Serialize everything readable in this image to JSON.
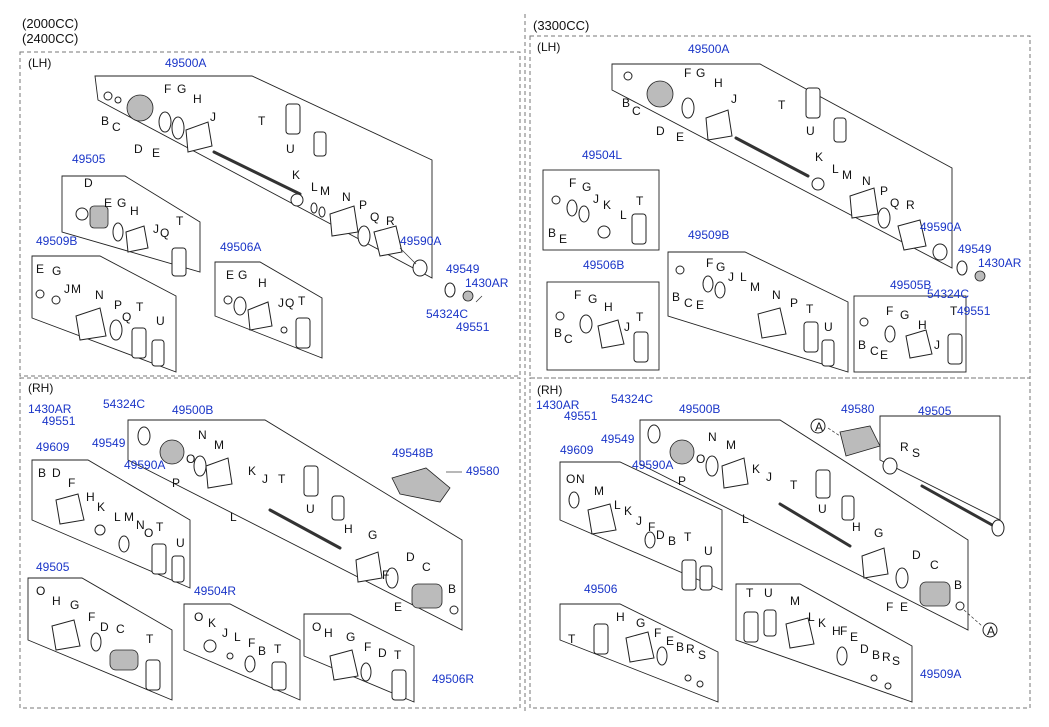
{
  "headers": {
    "left_top": "(2000CC)",
    "left_bottom": "(2400CC)",
    "right": "(3300CC)"
  },
  "sections": {
    "lh": "(LH)",
    "rh": "(RH)"
  },
  "part_numbers": {
    "p49500A": "49500A",
    "p49500B": "49500B",
    "p49505": "49505",
    "p49506": "49506",
    "p49509B": "49509B",
    "p49506A": "49506A",
    "p49506B": "49506B",
    "p49506R": "49506R",
    "p49504L": "49504L",
    "p49504R": "49504R",
    "p49505B": "49505B",
    "p49509A": "49509A",
    "p49590A": "49590A",
    "p49549": "49549",
    "p49551": "49551",
    "p54324C": "54324C",
    "p1430AR": "1430AR",
    "p49609": "49609",
    "p49548B": "49548B",
    "p49580": "49580"
  },
  "letters": {
    "A": "A",
    "B": "B",
    "C": "C",
    "D": "D",
    "E": "E",
    "F": "F",
    "G": "G",
    "H": "H",
    "J": "J",
    "K": "K",
    "L": "L",
    "M": "M",
    "N": "N",
    "O": "O",
    "P": "P",
    "Q": "Q",
    "R": "R",
    "S": "S",
    "T": "T",
    "U": "U"
  },
  "colors": {
    "part_number": "#1a35c8",
    "letter": "#111111",
    "frame": "#777777"
  }
}
